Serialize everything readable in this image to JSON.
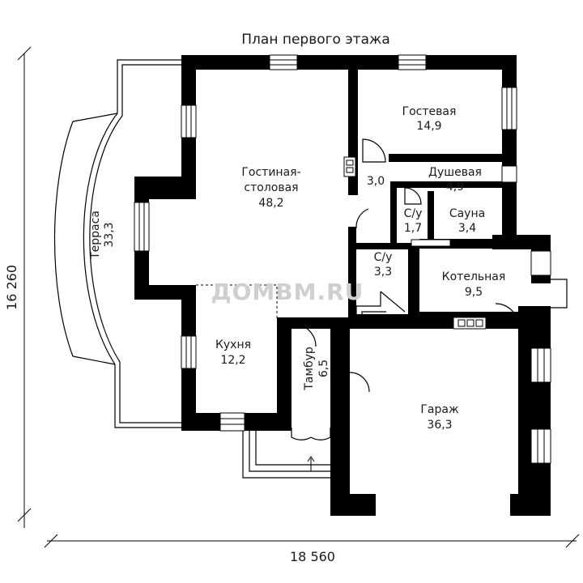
{
  "title": "План первого этажа",
  "dimensions": {
    "width": "18 560",
    "height": "16 260"
  },
  "watermark": "ДОМВМ.RU",
  "rooms": [
    {
      "name": "Гостевая",
      "area": "14,9"
    },
    {
      "name_line1": "Гостиная-",
      "name_line2": "столовая",
      "area": "48,2"
    },
    {
      "name": "",
      "area": "3,0"
    },
    {
      "name": "Душевая",
      "area": "4,9"
    },
    {
      "name": "С/у",
      "area": "1,7"
    },
    {
      "name": "Сауна",
      "area": "3,4"
    },
    {
      "name": "С/у",
      "area": "3,3"
    },
    {
      "name": "Котельная",
      "area": "9,5"
    },
    {
      "name": "Терраса",
      "area": "33,3"
    },
    {
      "name": "Кухня",
      "area": "12,2"
    },
    {
      "name": "Тамбур",
      "area": "6,5"
    },
    {
      "name": "Гараж",
      "area": "36,3"
    }
  ]
}
